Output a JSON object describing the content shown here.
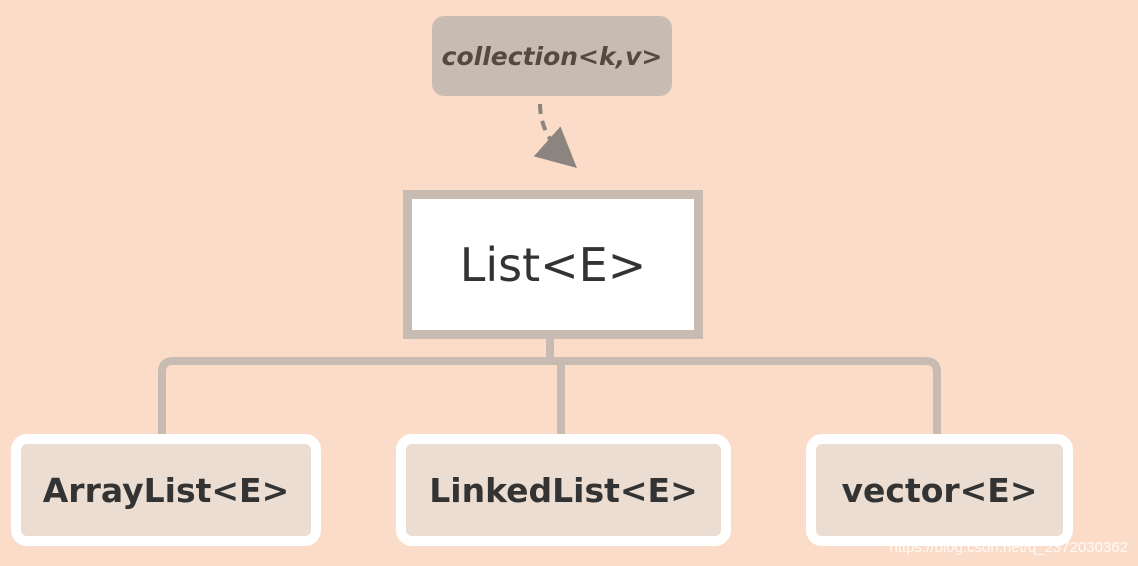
{
  "diagram": {
    "interface": "collection<k,v>",
    "root": "List<E>",
    "children": [
      "ArrayList<E>",
      "LinkedList<E>",
      "vector<E>"
    ]
  },
  "colors": {
    "background": "#fbdcc8",
    "interface_fill": "#c8bbb2",
    "interface_text": "#57493f",
    "connector": "#c8bbb2",
    "arrow": "#8c857f",
    "root_fill": "#ffffff",
    "child_fill": "#ebddd2",
    "text": "#333333"
  },
  "watermark": "https://blog.csdn.net/q_2372030362"
}
